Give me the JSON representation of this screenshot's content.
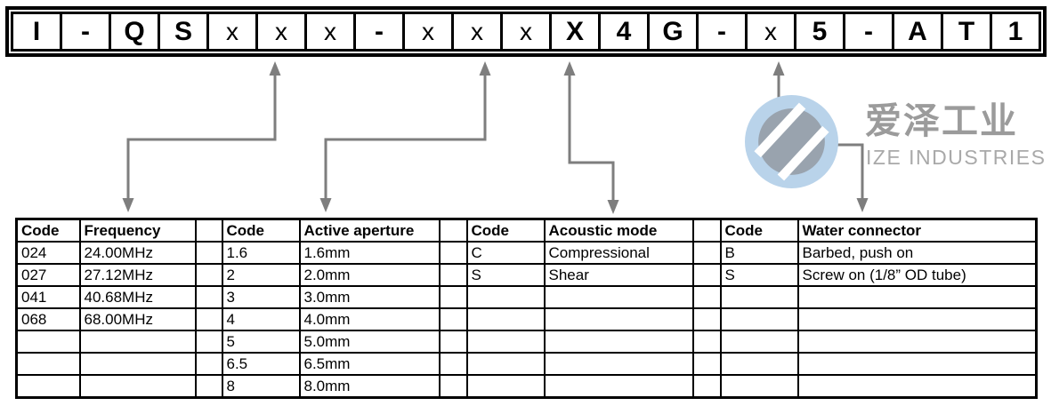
{
  "part_number": {
    "cells": [
      {
        "char": "I",
        "bold": true
      },
      {
        "char": "-",
        "bold": true
      },
      {
        "char": "Q",
        "bold": true
      },
      {
        "char": "S",
        "bold": true
      },
      {
        "char": "x",
        "bold": false
      },
      {
        "char": "x",
        "bold": false
      },
      {
        "char": "x",
        "bold": false
      },
      {
        "char": "-",
        "bold": true
      },
      {
        "char": "x",
        "bold": false
      },
      {
        "char": "x",
        "bold": false
      },
      {
        "char": "x",
        "bold": false
      },
      {
        "char": "X",
        "bold": true
      },
      {
        "char": "4",
        "bold": true
      },
      {
        "char": "G",
        "bold": true
      },
      {
        "char": "-",
        "bold": true
      },
      {
        "char": "x",
        "bold": false
      },
      {
        "char": "5",
        "bold": true
      },
      {
        "char": "-",
        "bold": true
      },
      {
        "char": "A",
        "bold": true
      },
      {
        "char": "T",
        "bold": true
      },
      {
        "char": "1",
        "bold": true
      }
    ]
  },
  "logo": {
    "cn": "爱泽工业",
    "en": "IZE INDUSTRIES",
    "circle_color": "#b9d3ea",
    "swirl_color": "#99a3ae",
    "text_color": "#9b9b9b"
  },
  "colors": {
    "arrow": "#7e7e7e",
    "border": "#000000"
  },
  "tables": [
    {
      "name": "frequency",
      "headers": [
        "Code",
        "Frequency"
      ],
      "rows": [
        [
          "024",
          "24.00MHz"
        ],
        [
          "027",
          "27.12MHz"
        ],
        [
          "041",
          "40.68MHz"
        ],
        [
          "068",
          "68.00MHz"
        ],
        [
          "",
          ""
        ],
        [
          "",
          ""
        ],
        [
          "",
          ""
        ]
      ]
    },
    {
      "name": "active-aperture",
      "headers": [
        "Code",
        "Active aperture"
      ],
      "rows": [
        [
          "1.6",
          "1.6mm"
        ],
        [
          "2",
          "2.0mm"
        ],
        [
          "3",
          "3.0mm"
        ],
        [
          "4",
          "4.0mm"
        ],
        [
          "5",
          "5.0mm"
        ],
        [
          "6.5",
          "6.5mm"
        ],
        [
          "8",
          "8.0mm"
        ]
      ]
    },
    {
      "name": "acoustic-mode",
      "headers": [
        "Code",
        "Acoustic mode"
      ],
      "rows": [
        [
          "C",
          "Compressional"
        ],
        [
          "S",
          "Shear"
        ],
        [
          "",
          ""
        ],
        [
          "",
          ""
        ],
        [
          "",
          ""
        ],
        [
          "",
          ""
        ],
        [
          "",
          ""
        ]
      ]
    },
    {
      "name": "water-connector",
      "headers": [
        "Code",
        "Water connector"
      ],
      "rows": [
        [
          "B",
          "Barbed, push on"
        ],
        [
          "S",
          "Screw on (1/8” OD tube)"
        ],
        [
          "",
          ""
        ],
        [
          "",
          ""
        ],
        [
          "",
          ""
        ],
        [
          "",
          ""
        ],
        [
          "",
          ""
        ]
      ]
    }
  ]
}
